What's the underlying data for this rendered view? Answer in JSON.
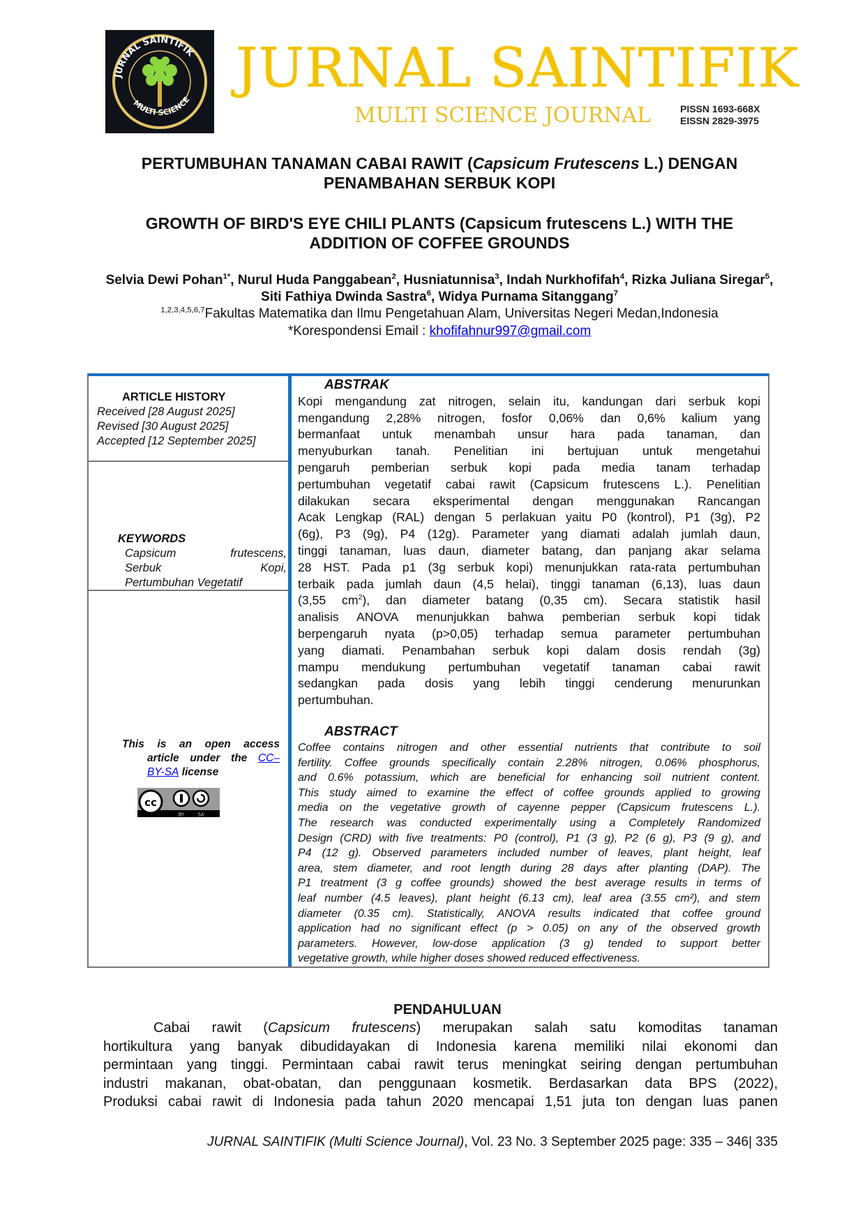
{
  "header": {
    "logo_text": "JURNAL SAINTIFIK MULTI SCIENCE",
    "brand": "JURNAL SAINTIFIK",
    "brand_sub": "MULTI SCIENCE JOURNAL",
    "pissn": "PISSN 1693-668X",
    "eissn": "EISSN 2829-3975",
    "brand_color": "#f2c200"
  },
  "title_id": {
    "part1": "PERTUMBUHAN TANAMAN CABAI RAWIT (",
    "italic": "Capsicum Frutescens",
    "part2": " L.) DENGAN",
    "line2": "PENAMBAHAN SERBUK KOPI"
  },
  "title_en": {
    "line1": "GROWTH OF BIRD'S EYE CHILI PLANTS (Capsicum frutescens L.) WITH THE",
    "line2": "ADDITION OF COFFEE GROUNDS"
  },
  "authors": [
    {
      "name": "Selvia Dewi Pohan",
      "sup": "1*",
      "sep": ", "
    },
    {
      "name": "Nurul Huda Panggabean",
      "sup": "2",
      "sep": ",  "
    },
    {
      "name": "Husniatunnisa",
      "sup": "3",
      "sep": ", "
    },
    {
      "name": "Indah Nurkhofifah",
      "sup": "4",
      "sep": ", "
    },
    {
      "name": "Rizka Juliana Siregar",
      "sup": "5",
      "sep": ", "
    },
    {
      "name": "Siti Fathiya Dwinda Sastra",
      "sup": "6",
      "sep": ", "
    },
    {
      "name": "Widya Purnama Sitanggang",
      "sup": "7",
      "sep": ""
    }
  ],
  "affiliation": {
    "sup": "1,2,3,4,5,6,7",
    "text": "Fakultas Matematika dan Ilmu Pengetahuan Alam, Universitas Negeri Medan,Indonesia"
  },
  "correspondence": {
    "label": "*Korespondensi Email : ",
    "email": "khofifahnur997@gmail.com"
  },
  "sidebar": {
    "history_title": "ARTICLE HISTORY",
    "received": "Received [28 August 2025]",
    "revised": "Revised [30 August 2025]",
    "accepted": "Accepted [12 September 2025]",
    "keywords_title": "KEYWORDS",
    "keywords": [
      "Capsicum frutescens,",
      "Serbuk Kopi,",
      "Pertumbuhan Vegetatif"
    ],
    "license_line1": "This is an open access",
    "license_line2": "article under the ",
    "license_link1": "CC–",
    "license_link2": "BY-SA",
    "license_line3": " license",
    "cc_badge": "CC BY SA"
  },
  "abstrak": {
    "heading": "ABSTRAK",
    "lines": [
      "Kopi mengandung zat nitrogen, selain itu, kandungan dari serbuk kopi",
      "mengandung 2,28% nitrogen, fosfor 0,06% dan 0,6% kalium yang",
      "bermanfaat untuk menambah unsur hara pada tanaman, dan",
      "menyuburkan tanah. Penelitian ini bertujuan untuk mengetahui",
      "pengaruh pemberian serbuk kopi pada media tanam terhadap",
      "pertumbuhan vegetatif cabai rawit (Capsicum frutescens L.). Penelitian",
      "dilakukan secara eksperimental dengan menggunakan Rancangan",
      "Acak Lengkap (RAL) dengan 5 perlakuan yaitu P0 (kontrol), P1 (3g), P2",
      "(6g), P3 (9g), P4 (12g). Parameter yang diamati adalah jumlah daun,",
      "tinggi tanaman, luas daun, diameter batang, dan panjang akar selama",
      "28 HST. Pada p1 (3g serbuk kopi) menunjukkan rata-rata pertumbuhan",
      "terbaik pada jumlah daun (4,5 helai), tinggi tanaman (6,13), luas daun"
    ],
    "cm_line": {
      "a": "(3,55 cm",
      "sup": "2",
      "b": "), dan diameter batang (0,35 cm). Secara statistik hasil"
    },
    "lines2": [
      "analisis ANOVA menunjukkan bahwa pemberian serbuk kopi tidak",
      "berpengaruh nyata (p>0,05) terhadap semua parameter pertumbuhan",
      "yang diamati. Penambahan serbuk kopi dalam dosis rendah (3g)",
      "mampu mendukung pertumbuhan vegetatif tanaman cabai rawit",
      "sedangkan pada dosis yang lebih tinggi cenderung menurunkan",
      "pertumbuhan."
    ]
  },
  "abstract": {
    "heading": "ABSTRACT",
    "lines": [
      "Coffee contains nitrogen and other essential nutrients that contribute to soil",
      "fertility. Coffee grounds specifically contain 2.28% nitrogen, 0.06% phosphorus,",
      "and 0.6% potassium, which are beneficial for enhancing soil nutrient content.",
      "This study aimed to examine the effect of coffee grounds applied to growing",
      "media on the vegetative growth of cayenne pepper (Capsicum frutescens L.).",
      "The research was conducted experimentally using a Completely Randomized",
      "Design (CRD) with five treatments: P0 (control), P1 (3 g), P2 (6 g), P3 (9 g), and",
      "P4 (12 g). Observed parameters included number of leaves, plant height, leaf",
      "area, stem diameter, and root length during 28 days after planting (DAP). The",
      "P1 treatment (3 g coffee grounds) showed the best average results in terms of",
      "leaf number (4.5 leaves), plant height (6.13 cm), leaf area (3.55 cm²), and stem",
      "diameter (0.35 cm). Statistically, ANOVA results indicated that coffee ground",
      "application had no significant effect (p > 0.05) on any of the observed growth",
      "parameters. However, low-dose application (3 g) tended to support better",
      "vegetative growth, while higher doses showed reduced effectiveness."
    ]
  },
  "intro": {
    "heading": "PENDAHULUAN",
    "first": {
      "a": "Cabai rawit (",
      "italic": "Capsicum frutescens",
      "b": ") merupakan salah satu komoditas tanaman"
    },
    "lines": [
      "hortikultura yang banyak dibudidayakan di Indonesia karena memiliki nilai ekonomi dan",
      "permintaan yang tinggi. Permintaan cabai rawit terus meningkat seiring dengan pertumbuhan",
      "industri makanan, obat-obatan, dan penggunaan kosmetik. Berdasarkan data BPS (2022),",
      "Produksi cabai rawit di Indonesia pada tahun 2020 mencapai 1,51 juta ton dengan luas panen"
    ]
  },
  "footer": {
    "journal": "JURNAL SAINTIFIK (Multi Science Journal)",
    "rest": ", Vol. 23 No. 3 September 2025 page: 335 – 346| 335"
  }
}
